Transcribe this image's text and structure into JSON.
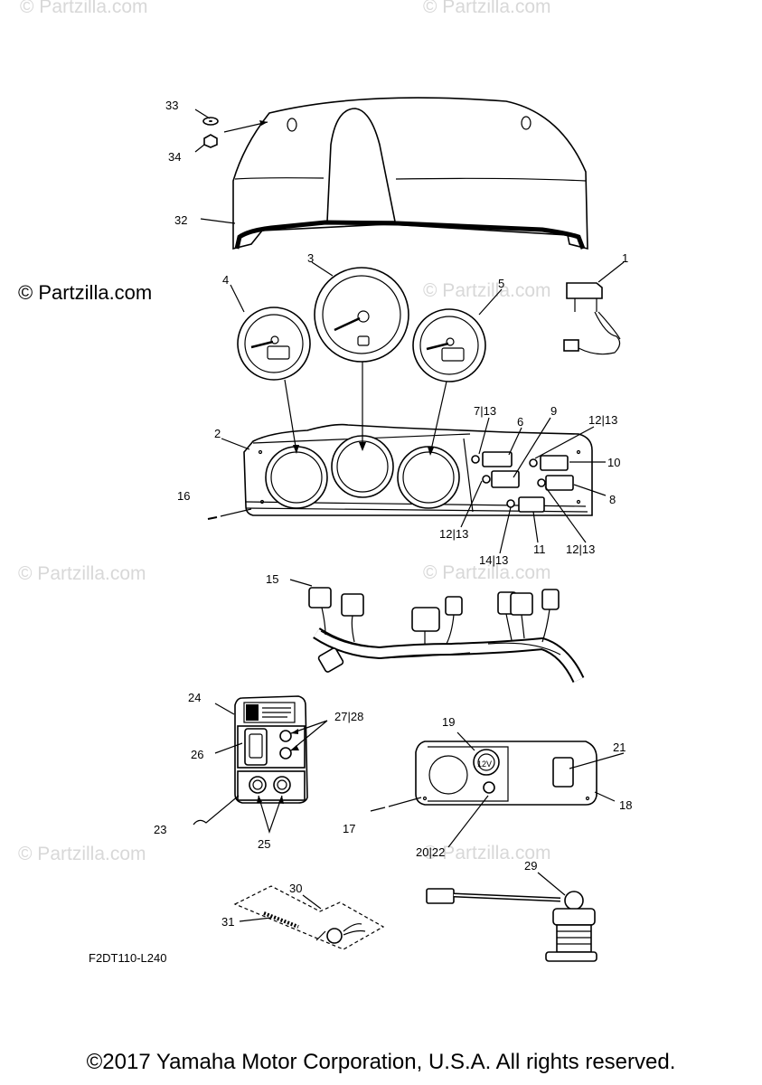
{
  "watermark": "© Partzilla.com",
  "main_watermark": "© Partzilla.com",
  "figure_code": "F2DT110-L240",
  "copyright": "©2017 Yamaha Motor Corporation, U.S.A. All rights reserved.",
  "callouts": {
    "c1": "1",
    "c2": "2",
    "c3": "3",
    "c4": "4",
    "c5": "5",
    "c6": "6",
    "c7_13": "7|13",
    "c8": "8",
    "c9": "9",
    "c10": "10",
    "c11": "11",
    "c12_13_a": "12|13",
    "c12_13_b": "12|13",
    "c12_13_c": "12|13",
    "c14_13": "14|13",
    "c15": "15",
    "c16": "16",
    "c17": "17",
    "c18": "18",
    "c19": "19",
    "c20_22": "20|22",
    "c21": "21",
    "c23": "23",
    "c24": "24",
    "c25": "25",
    "c26": "26",
    "c27_28": "27|28",
    "c29": "29",
    "c30": "30",
    "c31": "31",
    "c32": "32",
    "c33": "33",
    "c34": "34"
  },
  "socket_label": "12V"
}
